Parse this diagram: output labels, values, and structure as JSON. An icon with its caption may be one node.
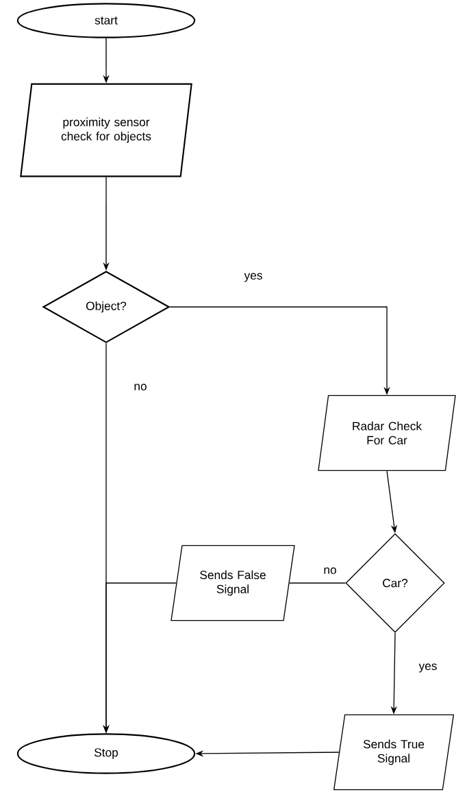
{
  "diagram": {
    "nodes": [
      {
        "text": [
          "start"
        ]
      },
      {
        "text": [
          "proximity sensor check for objects"
        ]
      },
      {
        "text": [
          "Object?"
        ]
      },
      {
        "text": [
          "Radar Check For Car"
        ]
      },
      {
        "text": [
          "Car?"
        ]
      },
      {
        "text": [
          "Sends False Signal"
        ]
      },
      {
        "text": [
          "Sends True Signal"
        ]
      },
      {
        "text": [
          "Stop"
        ]
      }
    ],
    "edges": [
      {
        "from": 0,
        "to": 1,
        "arrow": "to"
      },
      {
        "from": 1,
        "to": 2,
        "arrow": "to"
      },
      {
        "from": 2,
        "to": 3,
        "arrow": "to",
        "label": "yes"
      },
      {
        "from": 2,
        "to": 7,
        "arrow": "to",
        "label": "no"
      },
      {
        "from": 3,
        "to": 4,
        "arrow": "to"
      },
      {
        "from": 4,
        "to": 5,
        "arrow": "none",
        "label": "no"
      },
      {
        "from": 5,
        "to": 7,
        "arrow": "to"
      },
      {
        "from": 4,
        "to": 6,
        "arrow": "to",
        "label": "yes"
      },
      {
        "from": 6,
        "to": 7,
        "arrow": "to"
      }
    ]
  }
}
